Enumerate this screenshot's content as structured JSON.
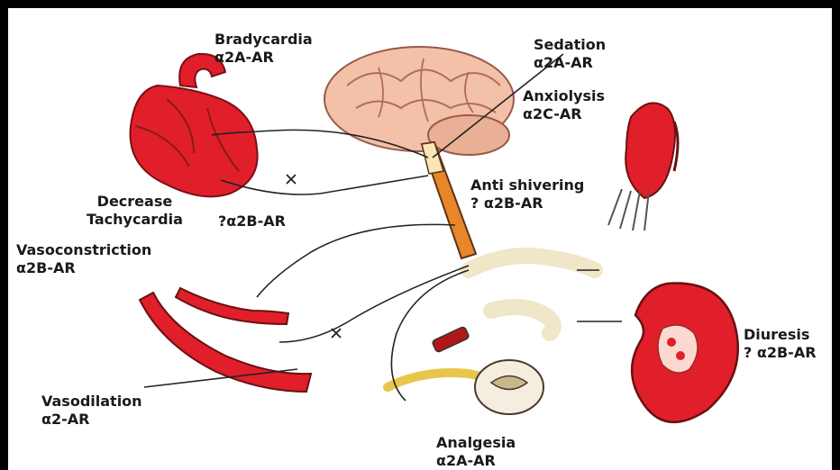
{
  "labels": {
    "bradycardia": {
      "line1": "Bradycardia",
      "line2": "α2A-AR"
    },
    "sedation": {
      "line1": "Sedation",
      "line2": "α2A-AR"
    },
    "anxiolysis": {
      "line1": "Anxiolysis",
      "line2": "α2C-AR"
    },
    "anti_shivering": {
      "line1": "Anti shivering",
      "line2": "? α2B-AR"
    },
    "decrease_tachycardia": {
      "line1": "Decrease",
      "line2": "Tachycardia"
    },
    "tachy_receptor": {
      "line1": "?α2B-AR"
    },
    "vasoconstriction": {
      "line1": "Vasoconstriction",
      "line2": "α2B-AR"
    },
    "vasodilation": {
      "line1": "Vasodilation",
      "line2": "α2-AR"
    },
    "diuresis": {
      "line1": "Diuresis",
      "line2": "? α2B-AR"
    },
    "analgesia": {
      "line1": "Analgesia",
      "line2": "α2A-AR"
    }
  },
  "colors": {
    "organ_red": "#e01f2b",
    "brain_pink": "#f3c1a8",
    "spinal_orange": "#e8862a",
    "nerve_yellow": "#e8c64a",
    "line": "#222222"
  }
}
